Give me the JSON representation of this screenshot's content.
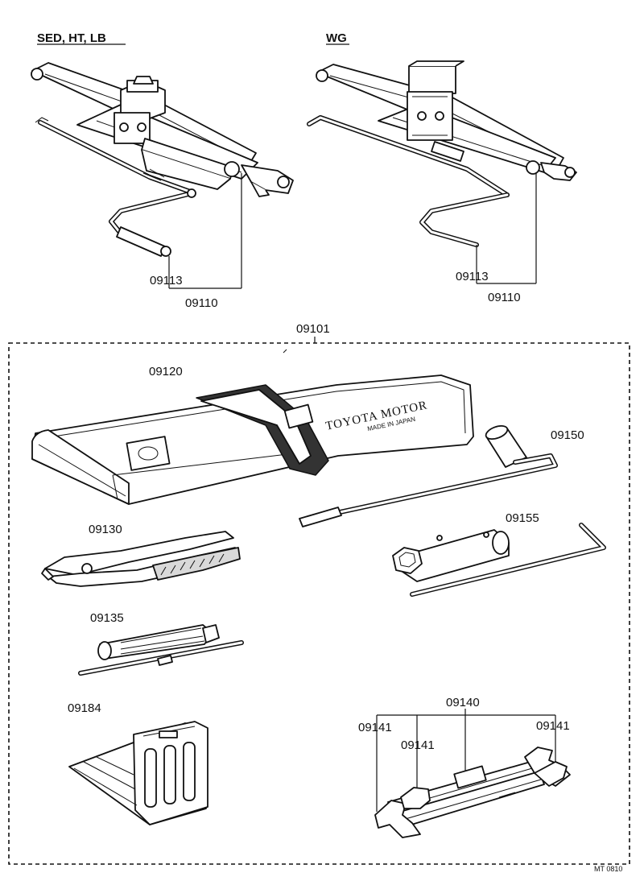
{
  "headers": {
    "left_variant": "SED, HT, LB",
    "right_variant": "WG"
  },
  "labels": {
    "handle_left": "09113",
    "jack_left": "09110",
    "handle_right": "09113",
    "jack_right": "09110",
    "tool_kit": "09101",
    "tool_bag": "09120",
    "hub_nut_wrench": "09150",
    "pliers": "09130",
    "plug_wrench": "09155",
    "screwdriver": "09135",
    "wheel_chock": "09184",
    "wrench_set": "09140",
    "wrench_a": "09141",
    "wrench_b": "09141",
    "wrench_c": "09141"
  },
  "bag_print": {
    "brand": "TOYOTA MOTOR",
    "origin": "MADE IN JAPAN"
  },
  "footer_code": "MT 0810"
}
